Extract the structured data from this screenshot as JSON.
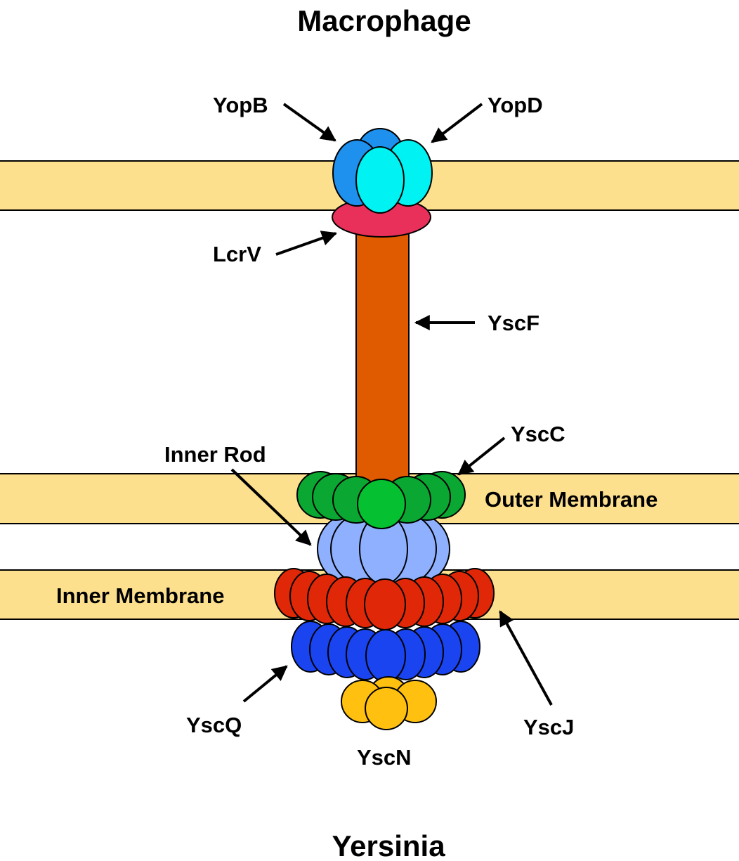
{
  "diagram": {
    "top_title": "Macrophage",
    "bottom_title": "Yersinia",
    "labels": {
      "yopb": "YopB",
      "yopd": "YopD",
      "lcrv": "LcrV",
      "yscf": "YscF",
      "yscc": "YscC",
      "inner_rod": "Inner Rod",
      "outer_membrane": "Outer Membrane",
      "inner_membrane": "Inner Membrane",
      "yscq": "YscQ",
      "yscj": "YscJ",
      "yscn": "YscN"
    },
    "colors": {
      "membrane": "#fde08e",
      "yopb": "#1e90ee",
      "yopd": "#00f2f2",
      "lcrv": "#e8305a",
      "yscf": "#e05a00",
      "yscc": "#0aa832",
      "inner_rod": "#8fb0ff",
      "yscj": "#e02808",
      "yscq": "#1a44f0",
      "yscn": "#ffc010"
    }
  }
}
